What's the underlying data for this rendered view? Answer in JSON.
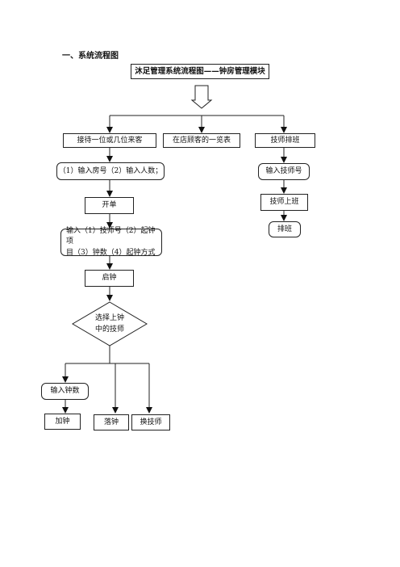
{
  "heading": "一、系统流程图",
  "title": "沐足管理系统流程图——钟房管理模块",
  "left_branch": {
    "start": "接待一位或几位来客",
    "input_room": "（1）输入房号（2）输入人数；",
    "open_order": "开单",
    "input_details_line1": "输入（1）技师号（2）起钟项",
    "input_details_line2": "目（3）钟数（4）起钟方式",
    "start_clock": "启钟",
    "decision_line1": "选择上钟",
    "decision_line2": "中的技师",
    "input_clock_count": "输入钟数",
    "add_clock": "加钟",
    "end_clock": "落钟",
    "change_tech": "换技师"
  },
  "middle_branch": {
    "guest_list": "在店顾客的一览表"
  },
  "right_branch": {
    "schedule": "技师排班",
    "input_tech_no": "输入技师号",
    "tech_on_duty": "技师上班",
    "queue": "排班"
  }
}
